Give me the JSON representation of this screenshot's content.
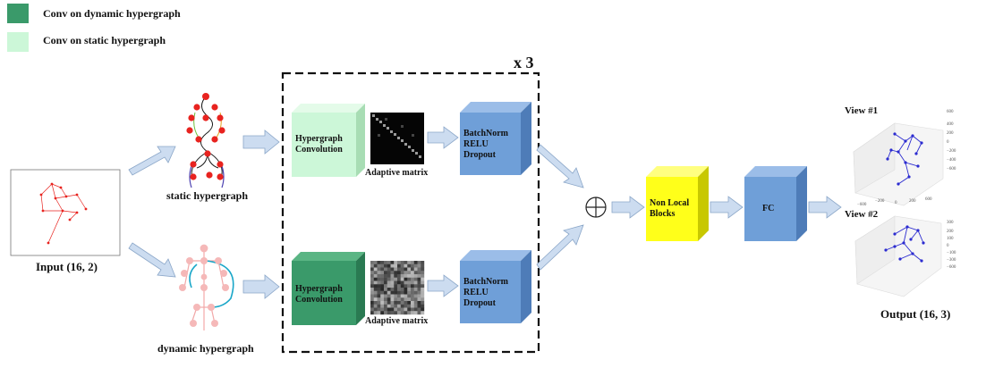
{
  "legend": [
    {
      "label": "Conv on dynamic hypergraph",
      "color": "#3a9a6a"
    },
    {
      "label": "Conv on static hypergraph",
      "color": "#ccf7d8"
    }
  ],
  "input_label": "Input (16, 2)",
  "static_label": "static hypergraph",
  "dynamic_label": "dynamic hypergraph",
  "repeat_label": "x 3",
  "static_block": {
    "conv_line1": "Hypergraph",
    "conv_line2": "Convolution",
    "matrix_label": "Adaptive matrix",
    "bn_line1": "BatchNorm",
    "bn_line2": "RELU",
    "bn_line3": "Dropout"
  },
  "dynamic_block": {
    "conv_line1": "Hypergraph",
    "conv_line2": "Convolution",
    "matrix_label": "Adaptive matrix",
    "bn_line1": "BatchNorm",
    "bn_line2": "RELU",
    "bn_line3": "Dropout"
  },
  "sum_symbol": "⊕",
  "nonlocal_line1": "Non Local",
  "nonlocal_line2": "Blocks",
  "fc_label": "FC",
  "view1_label": "View #1",
  "view2_label": "View #2",
  "output_label": "Output (16, 3)",
  "colors": {
    "static_conv": "#ccf7d8",
    "dynamic_conv": "#3a9a6a",
    "batchnorm": "#6f9fd8",
    "nonlocal": "#ffff1a",
    "fc": "#6f9fd8",
    "arrow": "#ccdcf0",
    "skeleton_red": "#e8231f",
    "skeleton_pink": "#f5b8b8",
    "skeleton_blue": "#3333cc"
  }
}
